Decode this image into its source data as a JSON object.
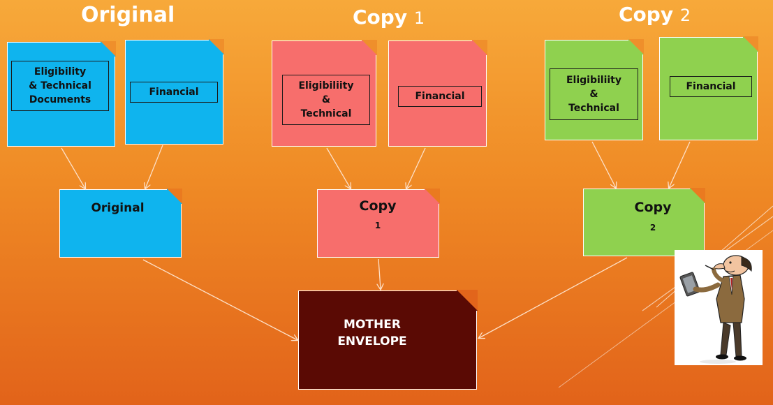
{
  "headings": {
    "original": "Original",
    "copy1_word": "Copy",
    "copy1_num": "1",
    "copy2_word": "Copy",
    "copy2_num": "2"
  },
  "original_group": {
    "eligibility_doc": "Eligibility\n& Technical\nDocuments",
    "financial_doc": "Financial",
    "envelope": "Original"
  },
  "copy1_group": {
    "eligibility_doc": "Eligibiliity\n&\nTechnical",
    "financial_doc": "Financial",
    "envelope_title": "Copy",
    "envelope_num": "1"
  },
  "copy2_group": {
    "eligibility_doc": "Eligibiliity\n&\nTechnical",
    "financial_doc": "Financial",
    "envelope_title": "Copy",
    "envelope_num": "2"
  },
  "mother_envelope": "MOTHER\nENVELOPE",
  "colors": {
    "original": "#0fb4ee",
    "copy1": "#f76e6c",
    "copy2": "#8fd14f",
    "mother": "#5a0a04"
  },
  "icons": [
    "businessman-clipboard-illustration"
  ]
}
